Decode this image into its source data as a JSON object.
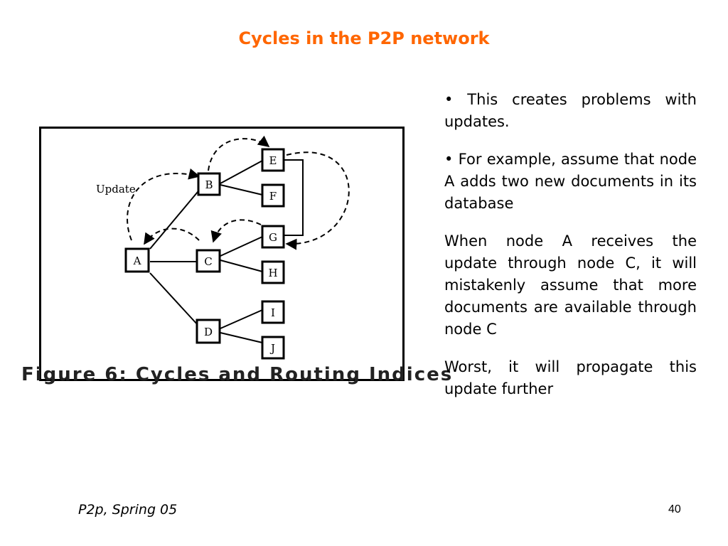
{
  "slide": {
    "title": "Cycles in the P2P network",
    "footer_left": "P2p, Spring 05",
    "page_number": "40"
  },
  "figure": {
    "update_label": "Update",
    "nodes": {
      "A": "A",
      "B": "B",
      "C": "C",
      "D": "D",
      "E": "E",
      "F": "F",
      "G": "G",
      "H": "H",
      "I": "I",
      "J": "J"
    },
    "caption_fragment": "Figure 6: Cycles and Routing Indices"
  },
  "bullets": [
    "• This creates problems with updates.",
    "• For example, assume that node A adds two new documents in its database",
    "When node A receives the update through node C, it will mistakenly assume that more documents are available through node C",
    "Worst, it will propagate this update further"
  ],
  "colors": {
    "title": "#ff6600",
    "text": "#000000"
  }
}
